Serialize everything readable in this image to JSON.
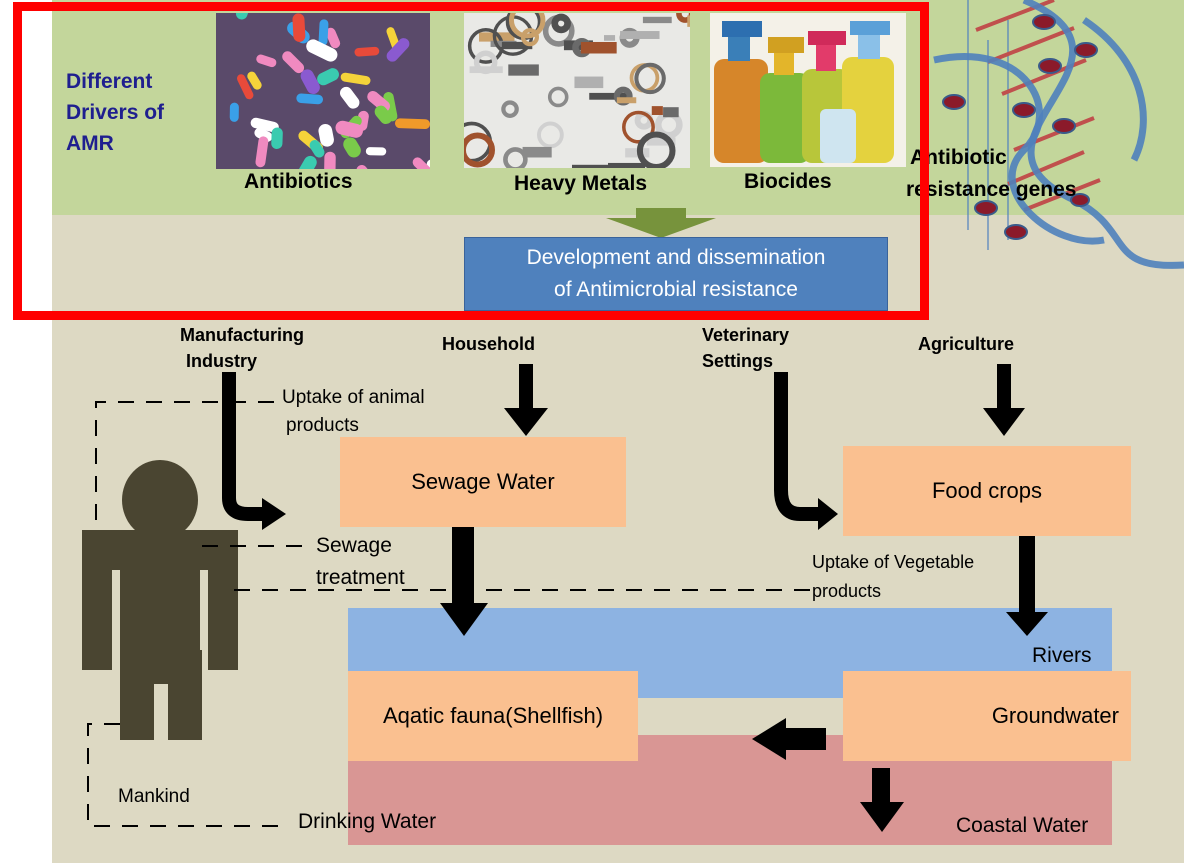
{
  "drivers": {
    "title_line1": "Different",
    "title_line2": "Drivers of",
    "title_line3": "AMR",
    "items": [
      {
        "label": "Antibiotics",
        "image": "antibiotic-pills-photo"
      },
      {
        "label": "Heavy Metals",
        "image": "heavy-metal-parts-photo"
      },
      {
        "label": "Biocides",
        "image": "biocide-bottles-photo"
      }
    ],
    "genes_line1": "Antibiotic",
    "genes_line2": "resistance genes"
  },
  "development": {
    "line1": "Development and dissemination",
    "line2": "of Antimicrobial resistance"
  },
  "sources": {
    "manufacturing_line1": "Manufacturing",
    "manufacturing_line2": "Industry",
    "household": "Household",
    "veterinary_line1": "Veterinary",
    "veterinary_line2": "Settings",
    "agriculture": "Agriculture"
  },
  "boxes": {
    "sewage_water": "Sewage Water",
    "food_crops": "Food crops",
    "aquatic_fauna": "Aqatic fauna(Shellfish)",
    "groundwater": "Groundwater"
  },
  "water_bodies": {
    "rivers": "Rivers",
    "coastal_water": "Coastal Water"
  },
  "pathways": {
    "uptake_animal_line1": "Uptake of animal",
    "uptake_animal_line2": "products",
    "sewage_treatment_line1": "Sewage",
    "sewage_treatment_line2": "treatment",
    "uptake_veg_line1": "Uptake of Vegetable",
    "uptake_veg_line2": "products",
    "drinking_water": "Drinking Water"
  },
  "mankind": "Mankind",
  "colors": {
    "top_band": "#c3d69b",
    "background": "#ddd9c3",
    "peach_box": "#fac090",
    "river_blue": "#8db3e2",
    "coastal_red": "#d99694",
    "development_box": "#4f81bd",
    "highlight_frame": "#ff0000",
    "person": "#4a4531",
    "title_text": "#1f1f8f"
  }
}
